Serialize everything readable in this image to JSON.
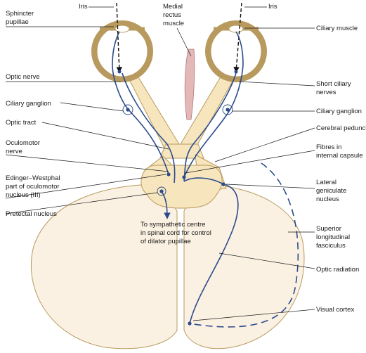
{
  "colors": {
    "tissue": "#f7e6bd",
    "tissue_stroke": "#b89a5e",
    "hemisphere": "#fbf1e3",
    "nerve": "#2b4b8c",
    "muscle": "#e3b8b6",
    "text": "#1a1a1a"
  },
  "labels": {
    "iris_left": "Iris",
    "iris_right": "Iris",
    "sphincter_pupillae": [
      "Sphincter",
      "pupillae"
    ],
    "medial_rectus": [
      "Medial",
      "rectus",
      "muscle"
    ],
    "ciliary_muscle": "Ciliary muscle",
    "optic_nerve": "Optic nerve",
    "short_ciliary": [
      "Short ciliary",
      "nerves"
    ],
    "ciliary_ganglion_left": "Ciliary ganglion",
    "ciliary_ganglion_right": "Ciliary ganglion",
    "optic_tract": "Optic tract",
    "cerebral_peduncle": "Cerebral peduncle",
    "oculomotor_nerve": [
      "Oculomotor",
      "nerve"
    ],
    "fibres_internal_capsule": [
      "Fibres in",
      "internal capsule"
    ],
    "edinger_westphal": [
      "Edinger–Westphal",
      "part of oculomotor",
      "nucleus (III)"
    ],
    "lateral_geniculate": [
      "Lateral",
      "geniculate",
      "nucleus"
    ],
    "pretectal_nucleus": "Pretectal nucleus",
    "sympathetic_centre": [
      "To sympathetic centre",
      "in spinal cord for control",
      "of dilator pupillae"
    ],
    "superior_longitudinal": [
      "Superior",
      "longitudinal",
      "fasciculus"
    ],
    "optic_radiation": "Optic radiation",
    "visual_cortex": "Visual cortex"
  }
}
